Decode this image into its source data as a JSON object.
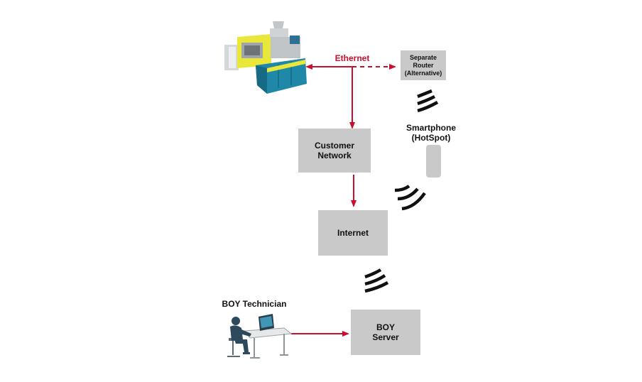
{
  "nodes": {
    "router": "Separate\nRouter\n(Alternative)",
    "customer_network": "Customer\nNetwork",
    "internet": "Internet",
    "boy_server": "BOY\nServer",
    "smartphone": "Smartphone\n(HotSpot)",
    "technician": "BOY Technician"
  },
  "edge_labels": {
    "ethernet": "Ethernet"
  },
  "icons": [
    "injection-molding-machine-icon",
    "smartphone-icon",
    "wireless-signal-icon",
    "technician-workstation-icon"
  ],
  "colors": {
    "box": "#c9c9c9",
    "arrow": "#c8102e",
    "ethernet_label": "#c8102e",
    "machine_yellow": "#e9e83a",
    "machine_blue": "#1f88a8"
  }
}
